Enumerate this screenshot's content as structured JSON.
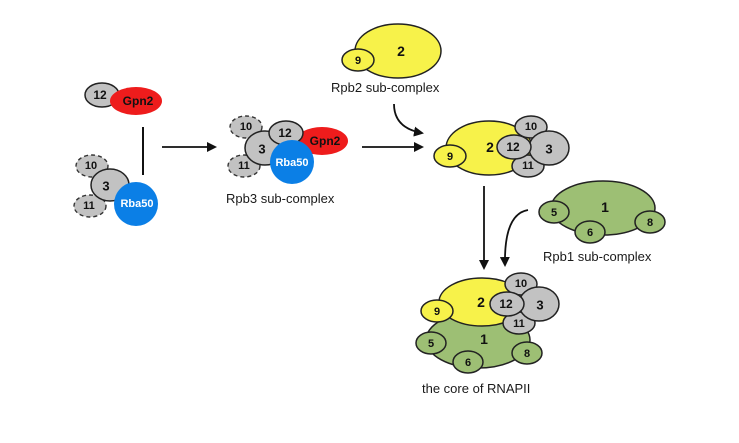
{
  "colors": {
    "red": "#ee1c1c",
    "blue": "#0b7fe6",
    "gray": "#c2c2c2",
    "yellow": "#f7f24a",
    "green": "#9dbf74",
    "outline": "#222222"
  },
  "subunits": {
    "s1": "1",
    "s2": "2",
    "s3": "3",
    "s5": "5",
    "s6": "6",
    "s8": "8",
    "s9": "9",
    "s10": "10",
    "s11": "11",
    "s12": "12",
    "gpn2": "Gpn2",
    "rba50": "Rba50"
  },
  "labels": {
    "rpb2": "Rpb2 sub-complex",
    "rpb3": "Rpb3 sub-complex",
    "rpb1": "Rpb1 sub-complex",
    "core": "the core of RNAPII"
  }
}
